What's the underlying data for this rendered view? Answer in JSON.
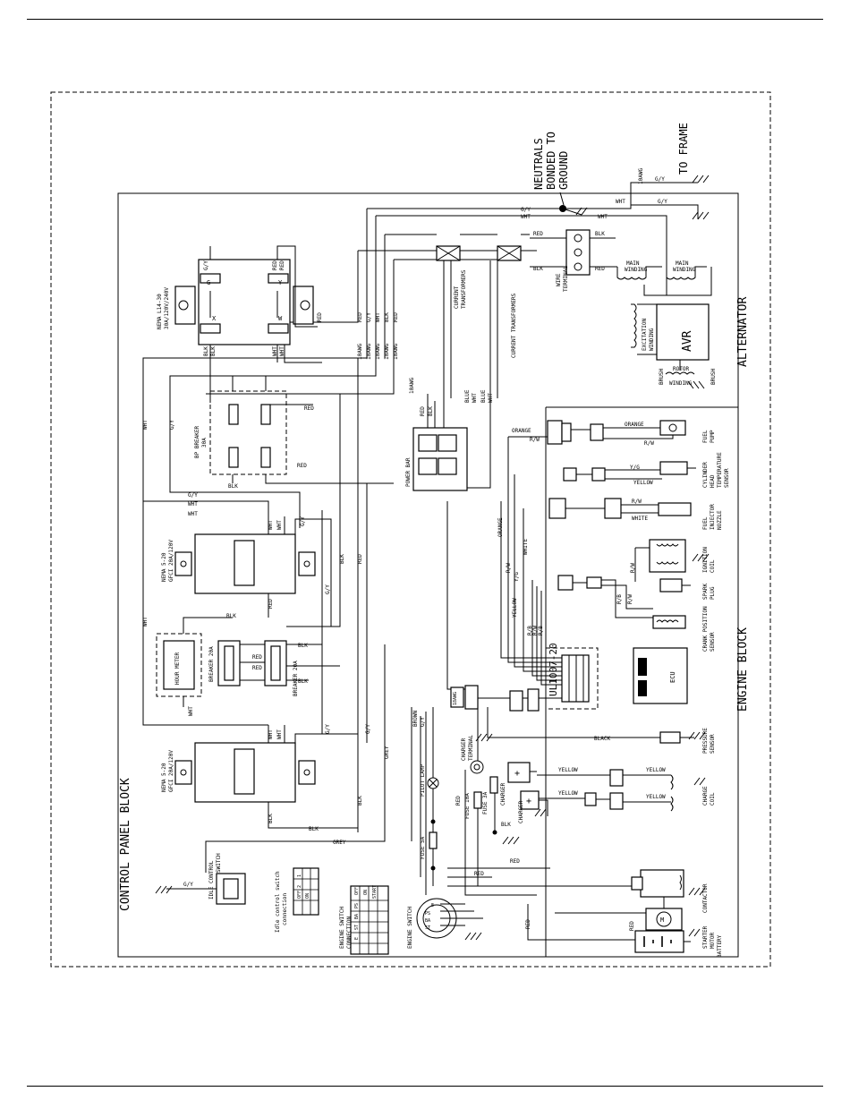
{
  "top_labels": {
    "neutrals": [
      "NEUTRALS",
      "BONDED TO",
      "GROUND"
    ],
    "to_frame": "TO FRAME"
  },
  "blocks": {
    "control_panel": "CONTROL PANEL BLOCK",
    "engine": "ENGINE BLOCK",
    "alternator": "ALTERNATOR"
  },
  "control_panel": {
    "receptacle_l14": [
      "NEMA L14-30",
      "30A/120V/240V"
    ],
    "bp_breaker": [
      "BP BREAKER",
      "30A"
    ],
    "power_bar": "POWER BAR",
    "gfci_top": [
      "NEMA 5-20",
      "GFCI 20A/120V"
    ],
    "gfci_bottom": [
      "NEMA 5-20",
      "GFCI 20A/120V"
    ],
    "hour_meter": "HOUR METER",
    "breaker_1": "BREAKER 20A",
    "breaker_2": "BREAKER 20A",
    "idle_switch": [
      "IDLE CONTROL",
      "SWITCH"
    ],
    "idle_table_title": [
      "Idle control switch",
      "connection"
    ],
    "idle_table": [
      [
        "",
        "1",
        "2",
        "3"
      ],
      [
        "OFF",
        "",
        "",
        ""
      ],
      [
        "ON",
        "",
        "",
        ""
      ]
    ],
    "engine_switch_title": [
      "ENGINE SWITCH",
      "CONNECTION"
    ],
    "engine_switch_table": [
      [
        "",
        "PS",
        "BA",
        "ST",
        "E"
      ],
      [
        "OFF",
        "",
        "",
        "",
        ""
      ],
      [
        "ON",
        "",
        "",
        "",
        ""
      ],
      [
        "START",
        "",
        "",
        "",
        ""
      ]
    ],
    "engine_switch": "ENGINE SWITCH",
    "fuse_5a": "FUSE 5A",
    "fuse_10a": "FUSE 10A",
    "fuse_3a": "FUSE 3A",
    "pilot_lamp": "PILOT LAMP",
    "charger": "CHARGER",
    "charger_unit": "CHARGER",
    "charger_terminal": [
      "CHARGER",
      "TERMINAL"
    ],
    "connector": "UL1007-20",
    "current_transformers": [
      "CURRENT",
      "TRANSFORMERS"
    ],
    "current_transformers_2": "CURRENT TRANSFORMERS"
  },
  "alternator": {
    "wire_terminal": [
      "WIRE",
      "TERMINAL"
    ],
    "main_winding": [
      "MAIN",
      "WINDING"
    ],
    "excitation_winding": [
      "EXCITATION",
      "WINDING"
    ],
    "avr": "AVR",
    "rotor_winding": [
      "ROTOR",
      "WINDING"
    ],
    "brush": "BRUSH"
  },
  "engine": {
    "fuel_pump": [
      "FUEL",
      "PUMP"
    ],
    "cylinder_temp": [
      "CYLINDER",
      "HEAD",
      "TEMPERATURE",
      "SENSOR"
    ],
    "fuel_injector": [
      "FUEL",
      "INJECTOR",
      "NOZZLE"
    ],
    "ignition_coil": [
      "IGNITION",
      "COIL"
    ],
    "spark_plug": [
      "SPARK",
      "PLUG"
    ],
    "crank_sensor": [
      "CRANK POSITION",
      "SENSOR"
    ],
    "ecu": "ECU",
    "pressure_sensor": [
      "PRESSURE",
      "SENSOR"
    ],
    "charge_coil": [
      "CHARGE",
      "COIL"
    ],
    "starter_motor": [
      "STARTER",
      "MOTOR"
    ],
    "contactor": "CONTACTOR",
    "battery": "BATTERY"
  },
  "wire_labels": {
    "gy": "G/Y",
    "wht": "WHT",
    "red": "RED",
    "blk": "BLK",
    "grey": "GREY",
    "orange": "ORANGE",
    "yellow": "YELLOW",
    "white": "WHITE",
    "black": "BLACK",
    "blue": "BLUE",
    "brown": "BROWN",
    "rw": "R/W",
    "yg": "Y/G",
    "rb": "R/B",
    "gauge_10": "10AWG",
    "gauge_18": "18AWG"
  }
}
